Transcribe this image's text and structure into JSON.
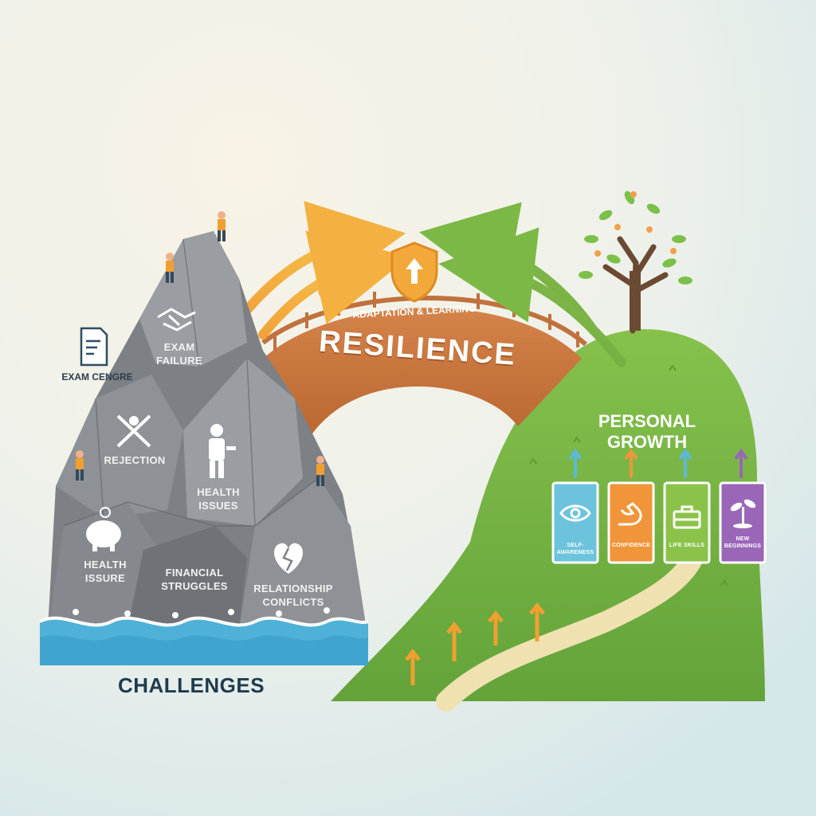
{
  "title_bridge": "RESILIENCE",
  "bridge_subtitle": "ADAPTATION & LEARNING",
  "challenges_title": "CHALLENGES",
  "growth_title": "PERSONAL GROWTH",
  "exam_centre_label": "EXAM CENGRE",
  "challenges": [
    {
      "label": "EXAM FAILURE",
      "icon": "handshake-icon"
    },
    {
      "label": "REJECTION",
      "icon": "crossed-figure-icon"
    },
    {
      "label": "HEALTH ISSUES",
      "icon": "person-icon"
    },
    {
      "label": "HEALTH ISSURE",
      "icon": "piggy-bank-icon"
    },
    {
      "label": "FINANCIAL STRUGGLES",
      "icon": "none"
    },
    {
      "label": "RELATIONSHIP CONFLICTS",
      "icon": "broken-heart-icon"
    }
  ],
  "growth_cards": [
    {
      "label": "SELF-AWARENESS",
      "icon": "eye-icon",
      "color": "#6cc3dc"
    },
    {
      "label": "CONFIDENCE",
      "icon": "flexed-arm-icon",
      "color": "#f0953a"
    },
    {
      "label": "LIFE SKILLS",
      "icon": "briefcase-icon",
      "color": "#8bc34a"
    },
    {
      "label": "NEW BEGINNINGS",
      "icon": "sprout-icon",
      "color": "#9a66b8"
    }
  ],
  "colors": {
    "rock": "#8a8d91",
    "bridge": "#c9753f",
    "hill": "#7ab648",
    "water": "#4fb1d8",
    "title_dark": "#1f3b4d",
    "shield": "#f0a030"
  }
}
